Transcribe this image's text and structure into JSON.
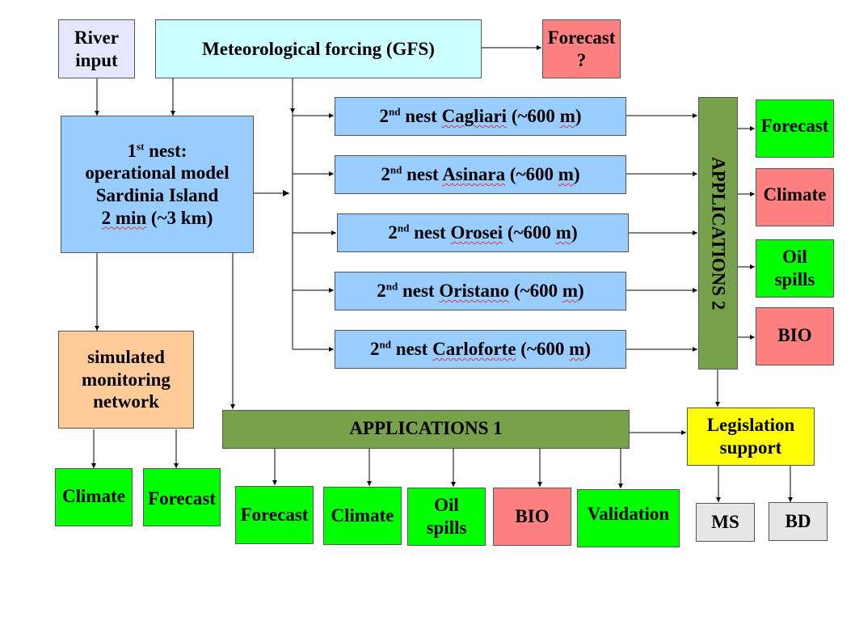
{
  "colors": {
    "lavender": "#e6e6ff",
    "cyan_light": "#ccffff",
    "salmon": "#ff8080",
    "sky_blue": "#99ccff",
    "olive_green": "#77a14a",
    "bright_green": "#00ff00",
    "peach": "#ffcc99",
    "yellow": "#ffff00",
    "light_gray": "#e6e6e6"
  },
  "river_input": {
    "line1": "River",
    "line2": "input"
  },
  "meteo": {
    "label": "Meteorological forcing (GFS)"
  },
  "forecast_q": {
    "line1": "Forecast",
    "line2": "?"
  },
  "first_nest": {
    "num": "1",
    "sup": "st",
    "suffix": " nest:",
    "line2": "operational model",
    "line3": "Sardinia Island",
    "line4_u": "2 min",
    "line4_rest": " (~3 km)"
  },
  "nests": [
    {
      "num": "2",
      "sup": "nd",
      "pre": " nest ",
      "name": "Cagliari",
      "mid": " (~600 ",
      "unit": "m",
      "post": ")"
    },
    {
      "num": "2",
      "sup": "nd",
      "pre": " nest ",
      "name": "Asinara",
      "mid": " (~600 ",
      "unit": "m",
      "post": ")"
    },
    {
      "num": "2",
      "sup": "nd",
      "pre": " nest ",
      "name": "Orosei",
      "mid": " (~600 ",
      "unit": "m",
      "post": ")"
    },
    {
      "num": "2",
      "sup": "nd",
      "pre": " nest ",
      "name": "Oristano",
      "mid": " (~600 ",
      "unit": "m",
      "post": ")"
    },
    {
      "num": "2",
      "sup": "nd",
      "pre": " nest ",
      "name": "Carloforte",
      "mid": " (~600 ",
      "unit": "m",
      "post": ")"
    }
  ],
  "applications2": {
    "label": "APPLICATIONS 2"
  },
  "app2_outputs": {
    "forecast": "Forecast",
    "climate": "Climate",
    "oil_line1": "Oil",
    "oil_line2": "spills",
    "bio": "BIO"
  },
  "monitoring": {
    "line1": "simulated",
    "line2": "monitoring",
    "line3": "network"
  },
  "monitoring_outputs": {
    "climate": "Climate",
    "forecast": "Forecast"
  },
  "applications1": {
    "label": "APPLICATIONS 1"
  },
  "app1_outputs": {
    "forecast": "Forecast",
    "climate": "Climate",
    "oil_line1": "Oil",
    "oil_line2": "spills",
    "bio": "BIO",
    "validation": "Validation"
  },
  "legislation": {
    "line1": "Legislation",
    "line2": "support"
  },
  "legislation_outputs": {
    "ms": "MS",
    "bd": "BD"
  }
}
